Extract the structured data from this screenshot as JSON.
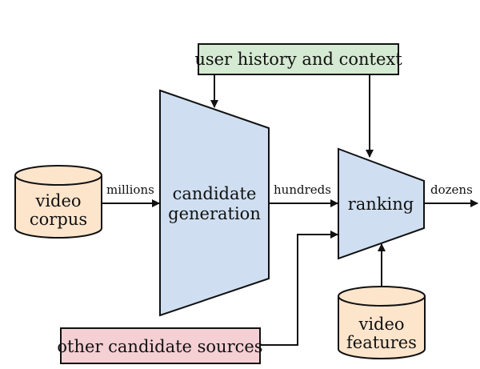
{
  "nodes": {
    "video_corpus": {
      "line1": "video",
      "line2": "corpus"
    },
    "candidate_generation": {
      "line1": "candidate",
      "line2": "generation"
    },
    "ranking": {
      "label": "ranking"
    },
    "user_history": {
      "label": "user history and context"
    },
    "other_sources": {
      "label": "other candidate sources"
    },
    "video_features": {
      "line1": "video",
      "line2": "features"
    }
  },
  "edges": {
    "corpus_to_candgen": "millions",
    "candgen_to_ranking": "hundreds",
    "ranking_out": "dozens"
  },
  "colors": {
    "trapezoid_fill": "#cfdff1",
    "cylinder_fill": "#fde5cc",
    "green_box": "#d5ead2",
    "pink_box": "#f4cfd3",
    "stroke": "#111111"
  }
}
